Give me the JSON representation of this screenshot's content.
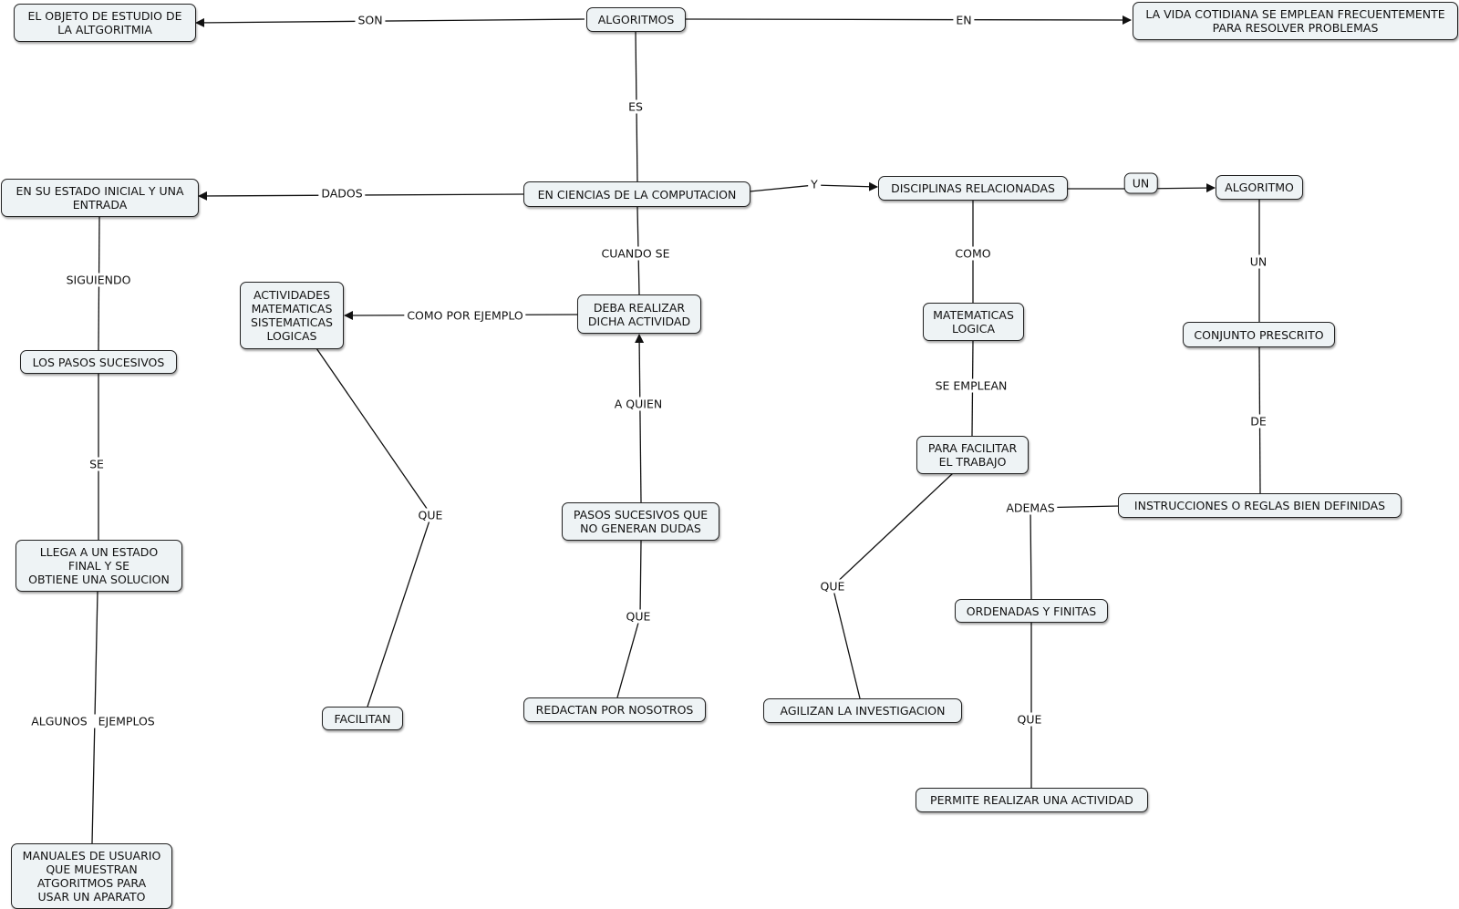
{
  "nodes": {
    "algoritmos": "ALGORITMOS",
    "objeto": "EL OBJETO DE ESTUDIO DE\nLA ALTGORITMIA",
    "vida": "LA VIDA COTIDIANA SE EMPLEAN FRECUENTEMENTE\nPARA RESOLVER PROBLEMAS",
    "ciencias": "EN CIENCIAS DE LA COMPUTACION",
    "estado_inicial": "EN SU ESTADO INICIAL Y UNA\nENTRADA",
    "disciplinas": "DISCIPLINAS RELACIONADAS",
    "algoritmo": "ALGORITMO",
    "actividades": "ACTIVIDADES\nMATEMATICAS\nSISTEMATICAS\nLOGICAS",
    "deba": "DEBA REALIZAR\nDICHA ACTIVIDAD",
    "matematicas": "MATEMATICAS\nLOGICA",
    "conjunto": "CONJUNTO PRESCRITO",
    "pasos_sucesivos": "LOS PASOS SUCESIVOS",
    "facilitar": "PARA FACILITAR\nEL TRABAJO",
    "instrucciones": "INSTRUCCIONES O REGLAS BIEN DEFINIDAS",
    "pasos_dudas": "PASOS SUCESIVOS QUE\nNO GENERAN DUDAS",
    "llega": "LLEGA A UN ESTADO\nFINAL Y SE\nOBTIENE UNA SOLUCION",
    "ordenadas": "ORDENADAS Y FINITAS",
    "redactan": "REDACTAN POR NOSOTROS",
    "facilitan": "FACILITAN",
    "agilizan": "AGILIZAN LA INVESTIGACION",
    "permite": "PERMITE REALIZAR UNA ACTIVIDAD",
    "manuales": "MANUALES DE USUARIO\nQUE MUESTRAN\nATGORITMOS PARA\nUSAR UN APARATO"
  },
  "links": {
    "son": "SON",
    "en": "EN",
    "es": "ES",
    "dados": "DADOS",
    "y": "Y",
    "un1": "UN",
    "cuando_se": "CUANDO SE",
    "como": "COMO",
    "un2": "UN",
    "siguiendo": "SIGUIENDO",
    "como_por_ejemplo": "COMO POR EJEMPLO",
    "se_emplean": "SE EMPLEAN",
    "de": "DE",
    "a_quien": "A QUIEN",
    "se": "SE",
    "ademas": "ADEMAS",
    "que1": "QUE",
    "que2": "QUE",
    "que3": "QUE",
    "que4": "QUE",
    "algunos_ejemplos": "ALGUNOS   EJEMPLOS"
  }
}
